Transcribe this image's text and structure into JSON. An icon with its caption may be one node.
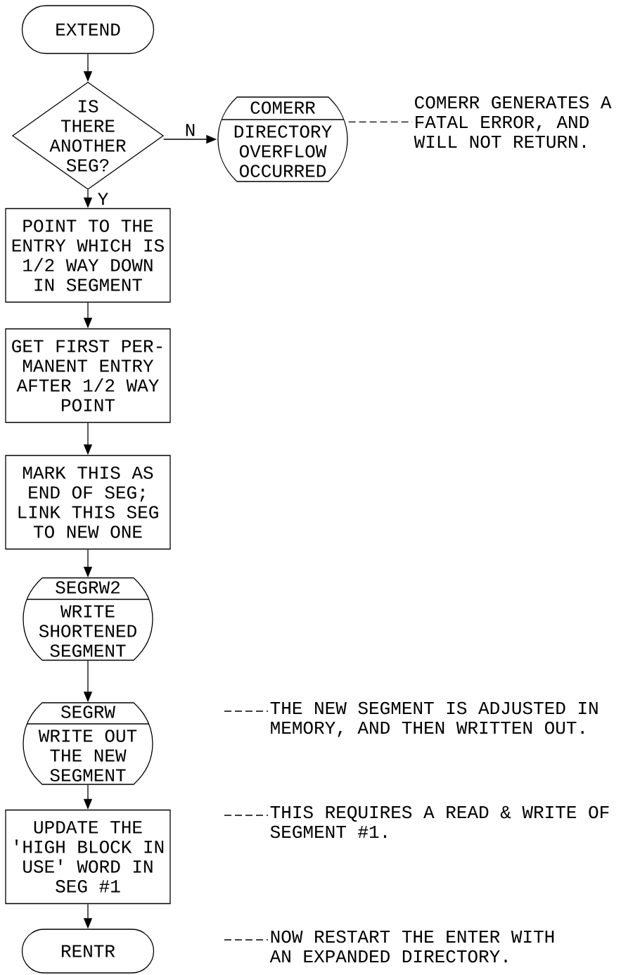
{
  "diagram": {
    "nodes": [
      {
        "text": [
          "EXTEND"
        ]
      },
      {
        "text": [
          "IS THERE ANOTHER SEG?"
        ]
      },
      {
        "text": [
          "COMERR",
          "DIRECTORY OVERFLOW OCCURRED"
        ]
      },
      {
        "text": [
          "COMERR GENERATES A FATAL ERROR, AND WILL NOT RETURN."
        ]
      },
      {
        "text": [
          "POINT TO THE ENTRY WHICH IS 1/2 WAY DOWN IN SEGMENT"
        ]
      },
      {
        "text": [
          "GET FIRST PER- MANENT ENTRY AFTER 1/2 WAY POINT"
        ]
      },
      {
        "text": [
          "MARK THIS AS END OF SEG; LINK THIS SEG TO NEW ONE"
        ]
      },
      {
        "text": [
          "SEGRW2",
          "WRITE SHORTENED SEGMENT"
        ]
      },
      {
        "text": [
          "SEGRW",
          "WRITE OUT THE NEW SEGMENT"
        ]
      },
      {
        "text": [
          "THE NEW SEGMENT IS ADJUSTED IN MEMORY, AND THEN WRITTEN OUT."
        ]
      },
      {
        "text": [
          "UPDATE THE 'HIGH BLOCK IN USE' WORD IN SEG #1"
        ]
      },
      {
        "text": [
          "THIS REQUIRES A READ & WRITE OF SEGMENT #1."
        ]
      },
      {
        "text": [
          "RENTR"
        ]
      },
      {
        "text": [
          "NOW RESTART THE ENTER WITH AN EXPANDED DIRECTORY."
        ]
      }
    ],
    "edges": [
      {
        "from": 0,
        "to": 1,
        "arrow": "to"
      },
      {
        "from": 1,
        "to": 2,
        "arrow": "to",
        "label": "N"
      },
      {
        "from": 1,
        "to": 4,
        "arrow": "to",
        "label": "Y"
      },
      {
        "from": 2,
        "to": 3,
        "arrow": "none",
        "style": "dashed"
      },
      {
        "from": 4,
        "to": 5,
        "arrow": "to"
      },
      {
        "from": 5,
        "to": 6,
        "arrow": "to"
      },
      {
        "from": 6,
        "to": 7,
        "arrow": "to"
      },
      {
        "from": 7,
        "to": 8,
        "arrow": "to"
      },
      {
        "from": null,
        "to": 9,
        "arrow": "none",
        "style": "dashed"
      },
      {
        "from": 8,
        "to": 10,
        "arrow": "to"
      },
      {
        "from": null,
        "to": 11,
        "arrow": "none",
        "style": "dashed"
      },
      {
        "from": 10,
        "to": 12,
        "arrow": "to"
      },
      {
        "from": null,
        "to": 13,
        "arrow": "none",
        "style": "dashed"
      }
    ]
  }
}
